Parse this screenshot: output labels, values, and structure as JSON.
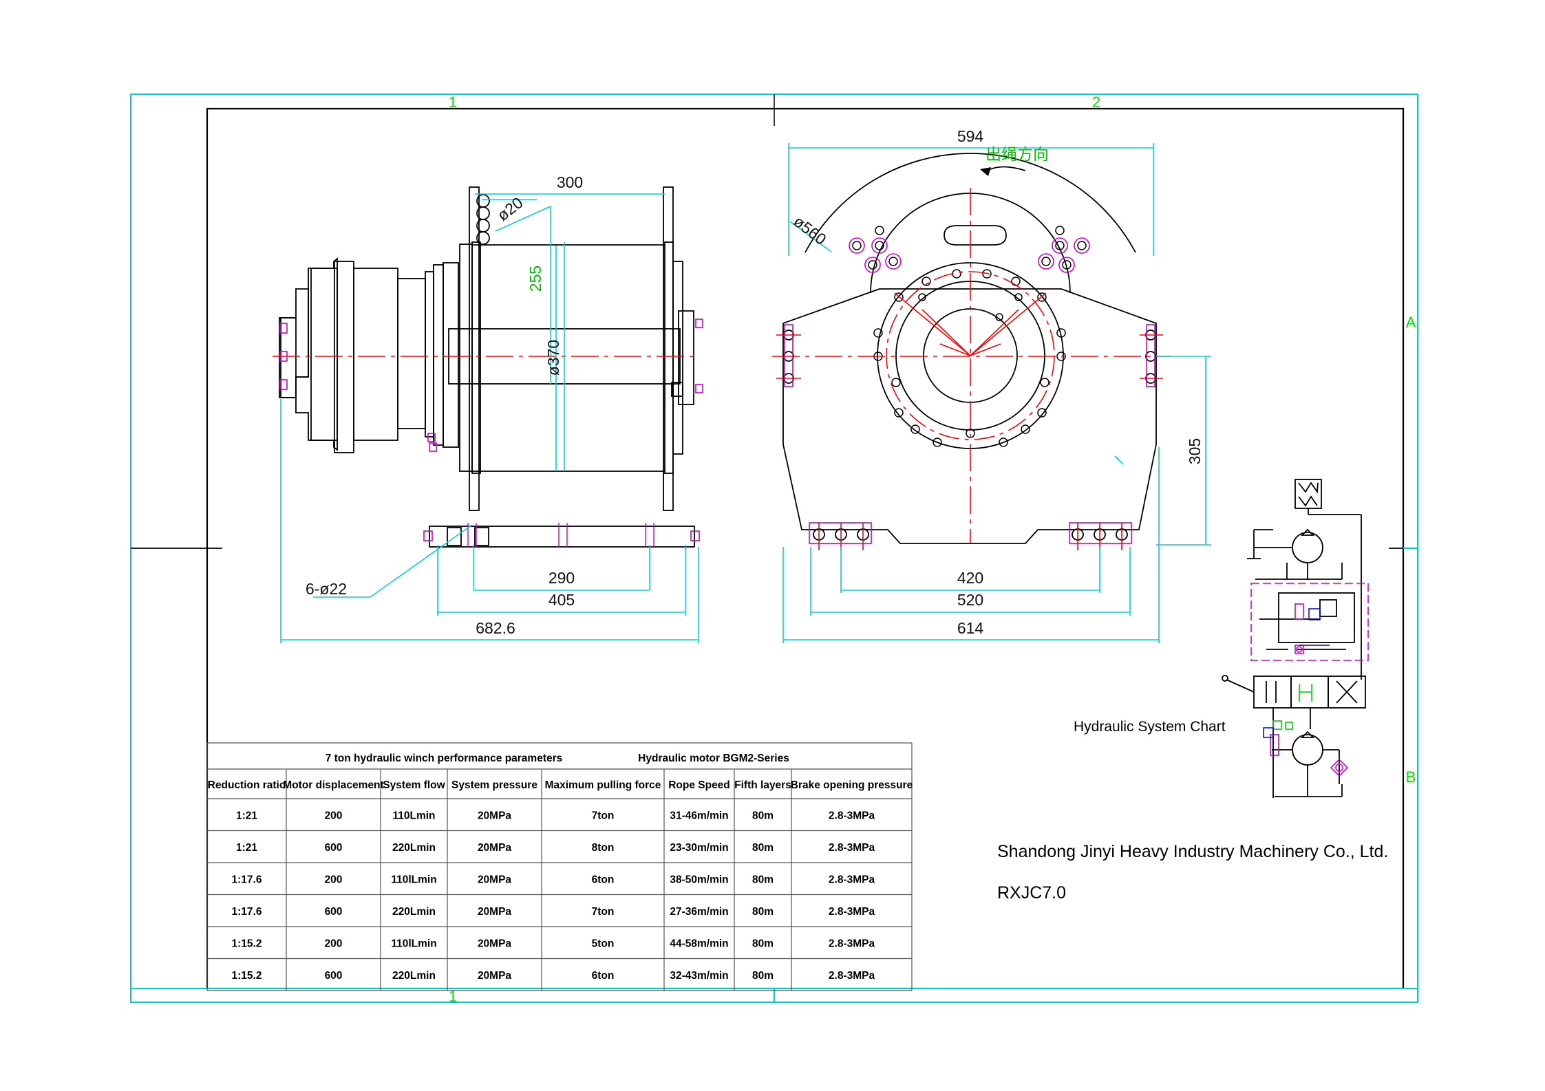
{
  "frame": {
    "zones_top": [
      "1",
      "2"
    ],
    "zones_bottom": [
      "1"
    ],
    "zones_right": [
      "A",
      "B"
    ]
  },
  "dimensions": {
    "side_view": {
      "flange_distance": "300",
      "bolt_hole": "ø20",
      "drum_height": "255",
      "drum_diameter": "ø370",
      "mount_holes": "6-ø22",
      "bolt_span_inner": "290",
      "bolt_span_outer": "405",
      "overall_length": "682.6"
    },
    "front_view": {
      "top_width": "594",
      "rope_direction": "出绳方向",
      "flange_diameter": "ø560",
      "center_height": "305",
      "hole_span_inner": "420",
      "hole_span_mid": "520",
      "overall_width": "614"
    }
  },
  "hydraulic": {
    "caption": "Hydraulic System Chart"
  },
  "title_block": {
    "company": "Shandong Jinyi Heavy Industry Machinery Co., Ltd.",
    "model": "RXJC7.0"
  },
  "performance_table": {
    "title_left": "7 ton hydraulic winch performance parameters",
    "title_right": "Hydraulic motor BGM2-Series",
    "headers": [
      "Reduction ratio",
      "Motor displacement",
      "System flow",
      "System pressure",
      "Maximum pulling force",
      "Rope Speed",
      "Fifth layers",
      "Brake opening pressure"
    ],
    "rows": [
      [
        "1:21",
        "200",
        "110Lmin",
        "20MPa",
        "7ton",
        "31-46m/min",
        "80m",
        "2.8-3MPa"
      ],
      [
        "1:21",
        "600",
        "220Lmin",
        "20MPa",
        "8ton",
        "23-30m/min",
        "80m",
        "2.8-3MPa"
      ],
      [
        "1:17.6",
        "200",
        "110lLmin",
        "20MPa",
        "6ton",
        "38-50m/min",
        "80m",
        "2.8-3MPa"
      ],
      [
        "1:17.6",
        "600",
        "220Lmin",
        "20MPa",
        "7ton",
        "27-36m/min",
        "80m",
        "2.8-3MPa"
      ],
      [
        "1:15.2",
        "200",
        "110lLmin",
        "20MPa",
        "5ton",
        "44-58m/min",
        "80m",
        "2.8-3MPa"
      ],
      [
        "1:15.2",
        "600",
        "220Lmin",
        "20MPa",
        "6ton",
        "32-43m/min",
        "80m",
        "2.8-3MPa"
      ]
    ]
  }
}
